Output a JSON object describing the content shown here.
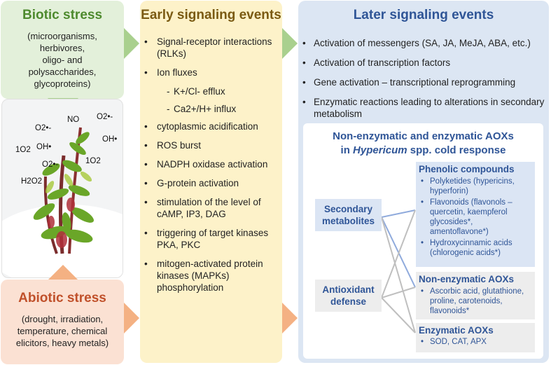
{
  "biotic": {
    "title": "Biotic stress",
    "lines": [
      "(microorganisms,",
      "herbivores,",
      "oligo- and",
      "polysaccharides,",
      "glycoproteins)"
    ]
  },
  "abiotic": {
    "title": "Abiotic stress",
    "lines": [
      "(drought, irradiation,",
      "temperature, chemical",
      "elicitors, heavy metals)"
    ]
  },
  "photo_labels": {
    "no": "NO",
    "o2_left": "O2•-",
    "o2_right": "O2•-",
    "o2_mid": "O2•-",
    "singlet_left": "1O2",
    "singlet_right": "1O2",
    "oh_left": "OH•",
    "oh_right": "OH•",
    "h2o2": "H2O2"
  },
  "early": {
    "title": "Early signaling events",
    "items": [
      {
        "text": "Signal-receptor interactions (RLKs)",
        "sub": false
      },
      {
        "text": "Ion fluxes",
        "sub": false
      },
      {
        "text": "K+/Cl- efflux",
        "sub": true
      },
      {
        "text": "Ca2+/H+ influx",
        "sub": true
      },
      {
        "text": "cytoplasmic acidification",
        "sub": false
      },
      {
        "text": "ROS burst",
        "sub": false
      },
      {
        "text": "NADPH oxidase activation",
        "sub": false
      },
      {
        "text": "G-protein activation",
        "sub": false
      },
      {
        "text": "stimulation of the level of cAMP, IP3, DAG",
        "sub": false
      },
      {
        "text": "triggering of target kinases PKA, PKC",
        "sub": false
      },
      {
        "text": "mitogen-activated protein kinases (MAPKs) phosphorylation",
        "sub": false
      }
    ]
  },
  "later": {
    "title": "Later signaling events",
    "items": [
      "Activation of messengers (SA, JA, MeJA, ABA, etc.)",
      "Activation of transcription factors",
      "Gene activation – transcriptional reprogramming",
      "Enzymatic reactions leading to alterations in secondary metabolism"
    ]
  },
  "aox": {
    "title_line1": "Non-enzymatic and enzymatic AOXs",
    "title_italic": "Hypericum",
    "title_rest": " spp. cold response",
    "title_prefix": "in ",
    "secondary": "Secondary metabolites",
    "antioxidant": "Antioxidant defense",
    "phenolic": {
      "title": "Phenolic compounds",
      "items": [
        "Polyketides (hypericins, hyperforin)",
        "Flavonoids (flavonols – quercetin, kaempferol glycosides*, amentoflavone*)",
        "Hydroxycinnamic acids (chlorogenic acids*)"
      ]
    },
    "nonenzymatic": {
      "title": "Non-enzymatic AOXs",
      "items": [
        "Ascorbic acid, glutathione, proline, carotenoids, flavonoids*"
      ]
    },
    "enzymatic": {
      "title": "Enzymatic AOXs",
      "items": [
        "SOD, CAT, APX"
      ]
    }
  },
  "colors": {
    "green_panel": "#e3f0da",
    "orange_panel": "#fbe1d3",
    "yellow_panel": "#fdf2c9",
    "blue_panel": "#dce6f3",
    "arrow_green": "#a9d08e",
    "arrow_orange": "#f4b183",
    "accent_blue": "#2f5597"
  }
}
